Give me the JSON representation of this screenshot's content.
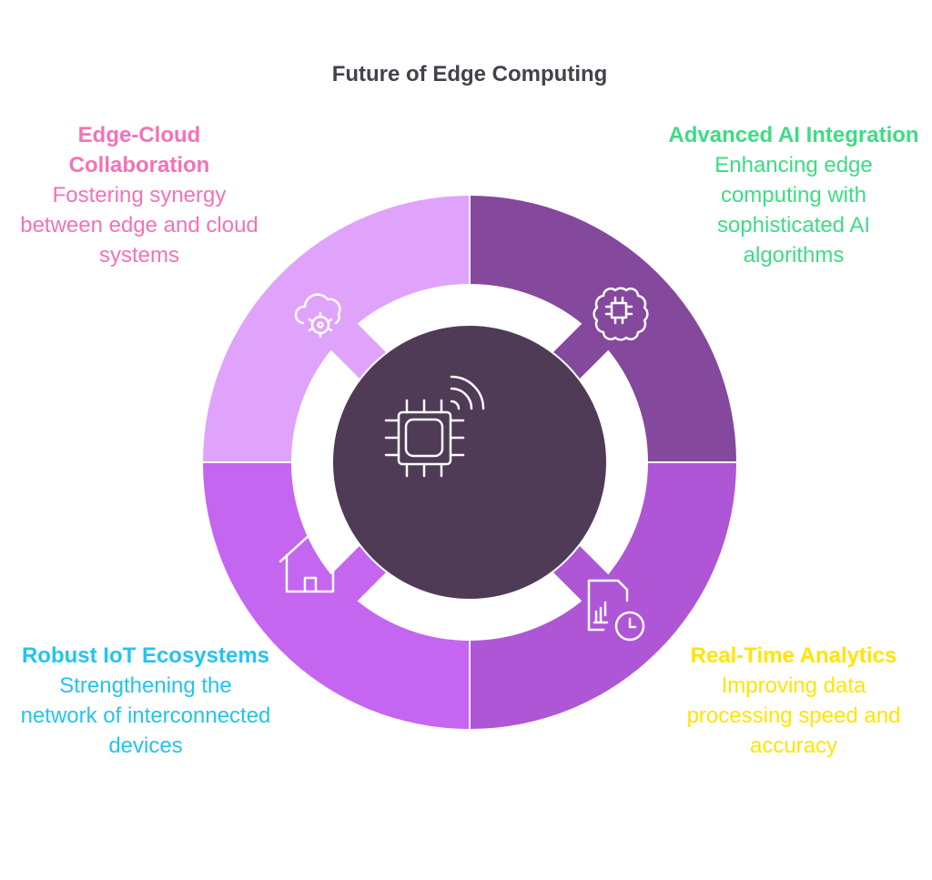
{
  "title": "Future of Edge Computing",
  "center": {
    "icon": "chip-wireless-icon"
  },
  "segments": [
    {
      "title": "Edge-Cloud Collaboration",
      "description": "Fostering synergy between edge and cloud systems",
      "icon": "cloud-gear-icon",
      "fill": "#e0a3fc",
      "text_color": "#f472b6"
    },
    {
      "title": "Advanced AI Integration",
      "description": "Enhancing edge computing with sophisticated AI algorithms",
      "icon": "brain-chip-icon",
      "fill": "#84489d",
      "text_color": "#3ddc84"
    },
    {
      "title": "Real-Time Analytics",
      "description": "Improving data processing speed and accuracy",
      "icon": "report-clock-icon",
      "fill": "#ae56d6",
      "text_color": "#ffe500"
    },
    {
      "title": "Robust IoT Ecosystems",
      "description": "Strengthening the network of interconnected devices",
      "icon": "smart-home-icon",
      "fill": "#c466f0",
      "text_color": "#22c4f0"
    }
  ],
  "center_fill": "#4f3b56"
}
